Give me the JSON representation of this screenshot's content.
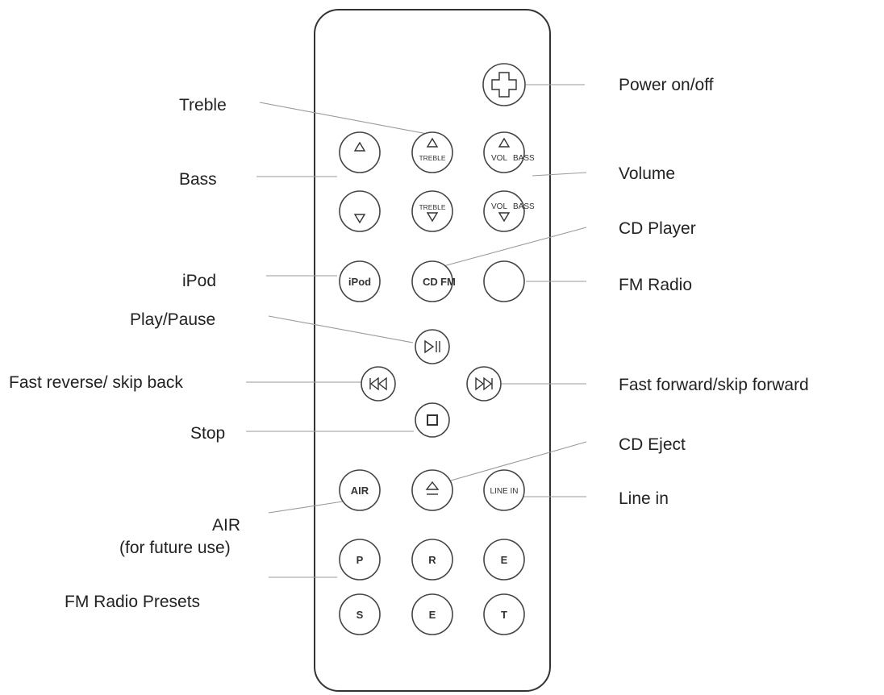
{
  "labels": {
    "power": "Power on/off",
    "treble": "Treble",
    "bass": "Bass",
    "volume": "Volume",
    "cd_player": "CD Player",
    "ipod": "iPod",
    "fm_radio": "FM Radio",
    "play_pause": "Play/Pause",
    "fast_reverse": "Fast reverse/ skip back",
    "fast_forward": "Fast forward/skip forward",
    "stop": "Stop",
    "cd_eject": "CD Eject",
    "line_in": "Line in",
    "air_line1": "AIR",
    "air_line2": "(for future use)",
    "presets": "FM Radio Presets"
  },
  "buttons": {
    "treble": "TREBLE",
    "vol": "VOL",
    "bass": "BASS",
    "ipod": "iPod",
    "cd": "CD",
    "fm": "FM",
    "air": "AIR",
    "line_in": "LINE IN",
    "preset_p": "P",
    "preset_r": "R",
    "preset_e1": "E",
    "preset_s": "S",
    "preset_e2": "E",
    "preset_t": "T"
  },
  "icons": [
    "power-icon",
    "triangle-up-icon",
    "triangle-down-icon",
    "play-pause-icon",
    "skip-back-icon",
    "skip-forward-icon",
    "stop-icon",
    "eject-icon"
  ]
}
